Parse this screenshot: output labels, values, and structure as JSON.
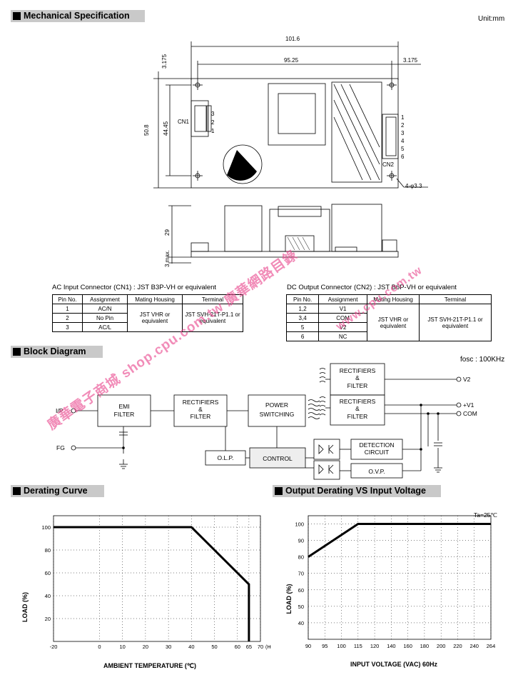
{
  "mech": {
    "title": "Mechanical Specification",
    "unit": "Unit:mm",
    "dims": {
      "d101_6": "101.6",
      "d95_25": "95.25",
      "d3_175a": "3.175",
      "d3_175b": "3.175",
      "d50_8": "50.8",
      "d44_45": "44.45",
      "d29": "29",
      "d3max": "3 max.",
      "hole": "4-φ3.3"
    },
    "cn1": {
      "label": "CN1",
      "pins": [
        "3",
        "2",
        "1"
      ]
    },
    "cn2": {
      "label": "CN2",
      "pins": [
        "1",
        "2",
        "3",
        "4",
        "5",
        "6"
      ]
    }
  },
  "ac_conn": {
    "caption": "AC Input Connector (CN1) : JST B3P-VH or equivalent",
    "headers": [
      "Pin No.",
      "Assignment",
      "Mating Housing",
      "Terminal"
    ],
    "rows": [
      [
        "1",
        "AC/N"
      ],
      [
        "2",
        "No Pin"
      ],
      [
        "3",
        "AC/L"
      ]
    ],
    "housing": "JST VHR or equivalent",
    "terminal": "JST SVH-21T-P1.1 or equivalent"
  },
  "dc_conn": {
    "caption": "DC Output Connector (CN2) : JST B6P-VH or equivalent",
    "headers": [
      "Pin No.",
      "Assignment",
      "Mating Housing",
      "Terminal"
    ],
    "rows": [
      [
        "1,2",
        "V1"
      ],
      [
        "3,4",
        "COM"
      ],
      [
        "5",
        "V2"
      ],
      [
        "6",
        "NC"
      ]
    ],
    "housing": "JST VHR or equivalent",
    "terminal": "JST SVH-21T-P1.1 or equivalent"
  },
  "block": {
    "title": "Block Diagram",
    "fosc": "fosc : 100KHz",
    "labels": {
      "ip": "I/P",
      "fg": "FG",
      "emi1": "EMI",
      "emi2": "FILTER",
      "rf1a": "RECTIFIERS",
      "rf1b": "&",
      "rf1c": "FILTER",
      "ps1": "POWER",
      "ps2": "SWITCHING",
      "rf2a": "RECTIFIERS",
      "rf2b": "&",
      "rf2c": "FILTER",
      "rf3a": "RECTIFIERS",
      "rf3b": "&",
      "rf3c": "FILTER",
      "v2": "V2",
      "v1": "+V1",
      "com": "COM",
      "olp": "O.L.P.",
      "control": "CONTROL",
      "det1": "DETECTION",
      "det2": "CIRCUIT",
      "ovp": "O.V.P."
    }
  },
  "derating": {
    "title": "Derating Curve",
    "chart_data": {
      "type": "line",
      "xlabel": "AMBIENT TEMPERATURE (℃)",
      "ylabel": "LOAD (%)",
      "x_ticks": [
        "-20",
        "0",
        "10",
        "20",
        "30",
        "40",
        "50",
        "60",
        "65",
        "70"
      ],
      "x_ticks_suffix": "(HORIZONTAL)",
      "y_ticks": [
        "20",
        "40",
        "60",
        "80",
        "100"
      ],
      "xlim": [
        -20,
        70
      ],
      "ylim": [
        0,
        110
      ],
      "series": [
        {
          "x": [
            -20,
            40,
            65,
            65
          ],
          "y": [
            100,
            100,
            50,
            0
          ]
        }
      ]
    }
  },
  "output_derating": {
    "title": "Output Derating VS Input Voltage",
    "ta": "Ta=25℃",
    "chart_data": {
      "type": "line",
      "xlabel": "INPUT VOLTAGE (VAC) 60Hz",
      "ylabel": "LOAD (%)",
      "x_ticks": [
        "90",
        "95",
        "100",
        "115",
        "120",
        "140",
        "160",
        "180",
        "200",
        "220",
        "240",
        "264"
      ],
      "y_ticks": [
        "40",
        "50",
        "60",
        "70",
        "80",
        "90",
        "100"
      ],
      "ylim": [
        30,
        105
      ],
      "series": [
        {
          "x": [
            "90",
            "115",
            "264"
          ],
          "y": [
            80,
            100,
            100
          ]
        }
      ]
    }
  },
  "watermark": {
    "text1": "廣華電子商城 shop.cpu.com.tw 廣華網路目錄",
    "text2": "www.cpu.com.tw"
  }
}
